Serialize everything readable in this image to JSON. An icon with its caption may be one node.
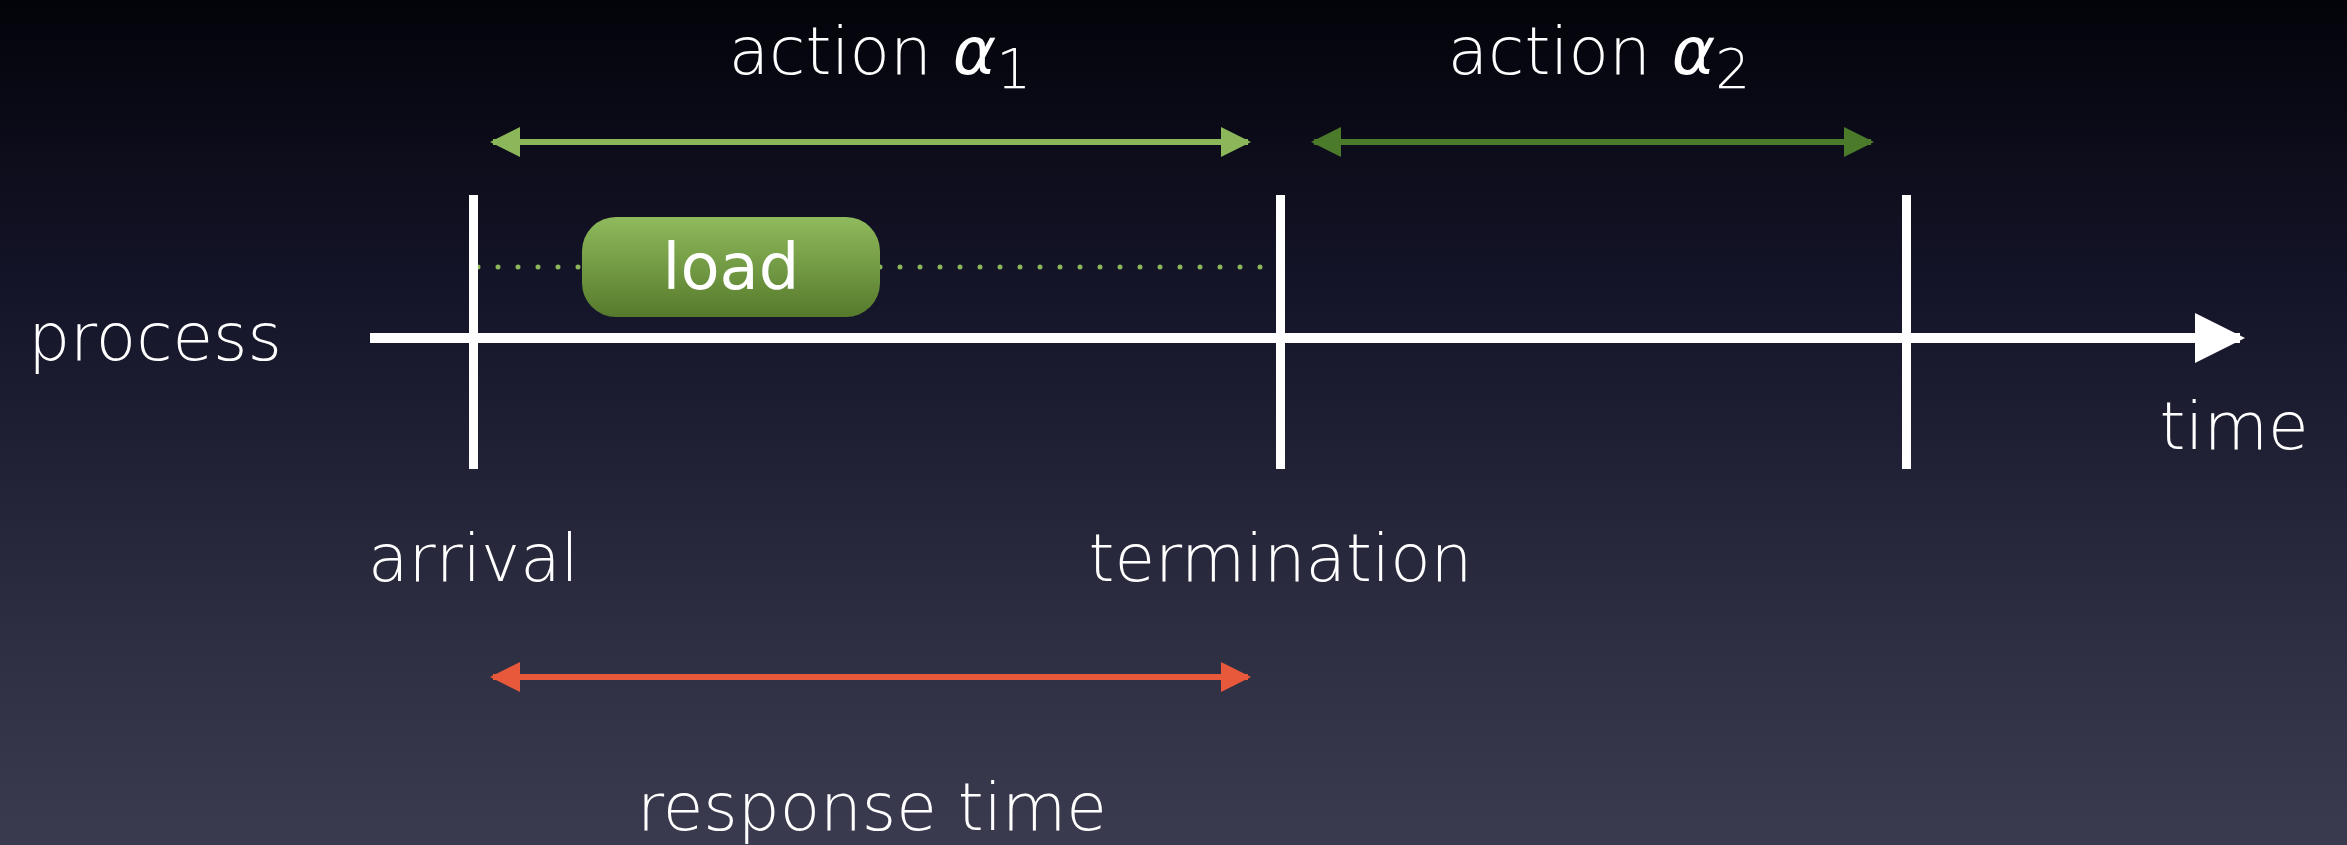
{
  "diagram": {
    "nodes": [
      {
        "text": [],
        "shape": "bar",
        "beside": [
          "arrival"
        ]
      },
      {
        "text": [
          "load"
        ]
      },
      {
        "text": [],
        "shape": "bar",
        "beside": [
          "termination"
        ]
      },
      {
        "text": [],
        "shape": "bar"
      }
    ],
    "edges": [
      {
        "from": 0,
        "to": 1,
        "arrow": "none",
        "style": "dashed"
      },
      {
        "from": 1,
        "to": 2,
        "arrow": "none",
        "style": "dashed"
      }
    ],
    "labels": [
      "action *α*$_{1}$",
      "action *α*$_{2}$",
      "process",
      "time",
      "response time"
    ]
  }
}
